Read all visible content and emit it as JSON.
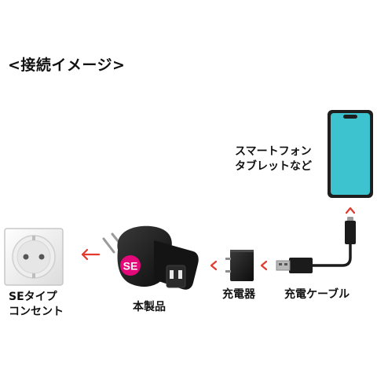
{
  "heading": "<接続イメージ>",
  "labels": {
    "phone_line1": "スマートフォン",
    "phone_line2": "タブレットなど",
    "outlet_line1": "SEタイプ",
    "outlet_line2": "コンセント",
    "product": "本製品",
    "charger": "充電器",
    "cable": "充電ケーブル"
  },
  "product_badge": "SE",
  "colors": {
    "arrow": "#e33a2f",
    "badge": "#e4097a",
    "phone_screen": "#3cc3cf",
    "device_body": "#1b1b1b",
    "outlet_face": "#f2f2f2"
  },
  "icons": [
    "phone-icon",
    "usb-c-plug-icon",
    "usb-a-plug-icon",
    "charger-icon",
    "adapter-icon",
    "outlet-icon",
    "arrow-icon"
  ]
}
